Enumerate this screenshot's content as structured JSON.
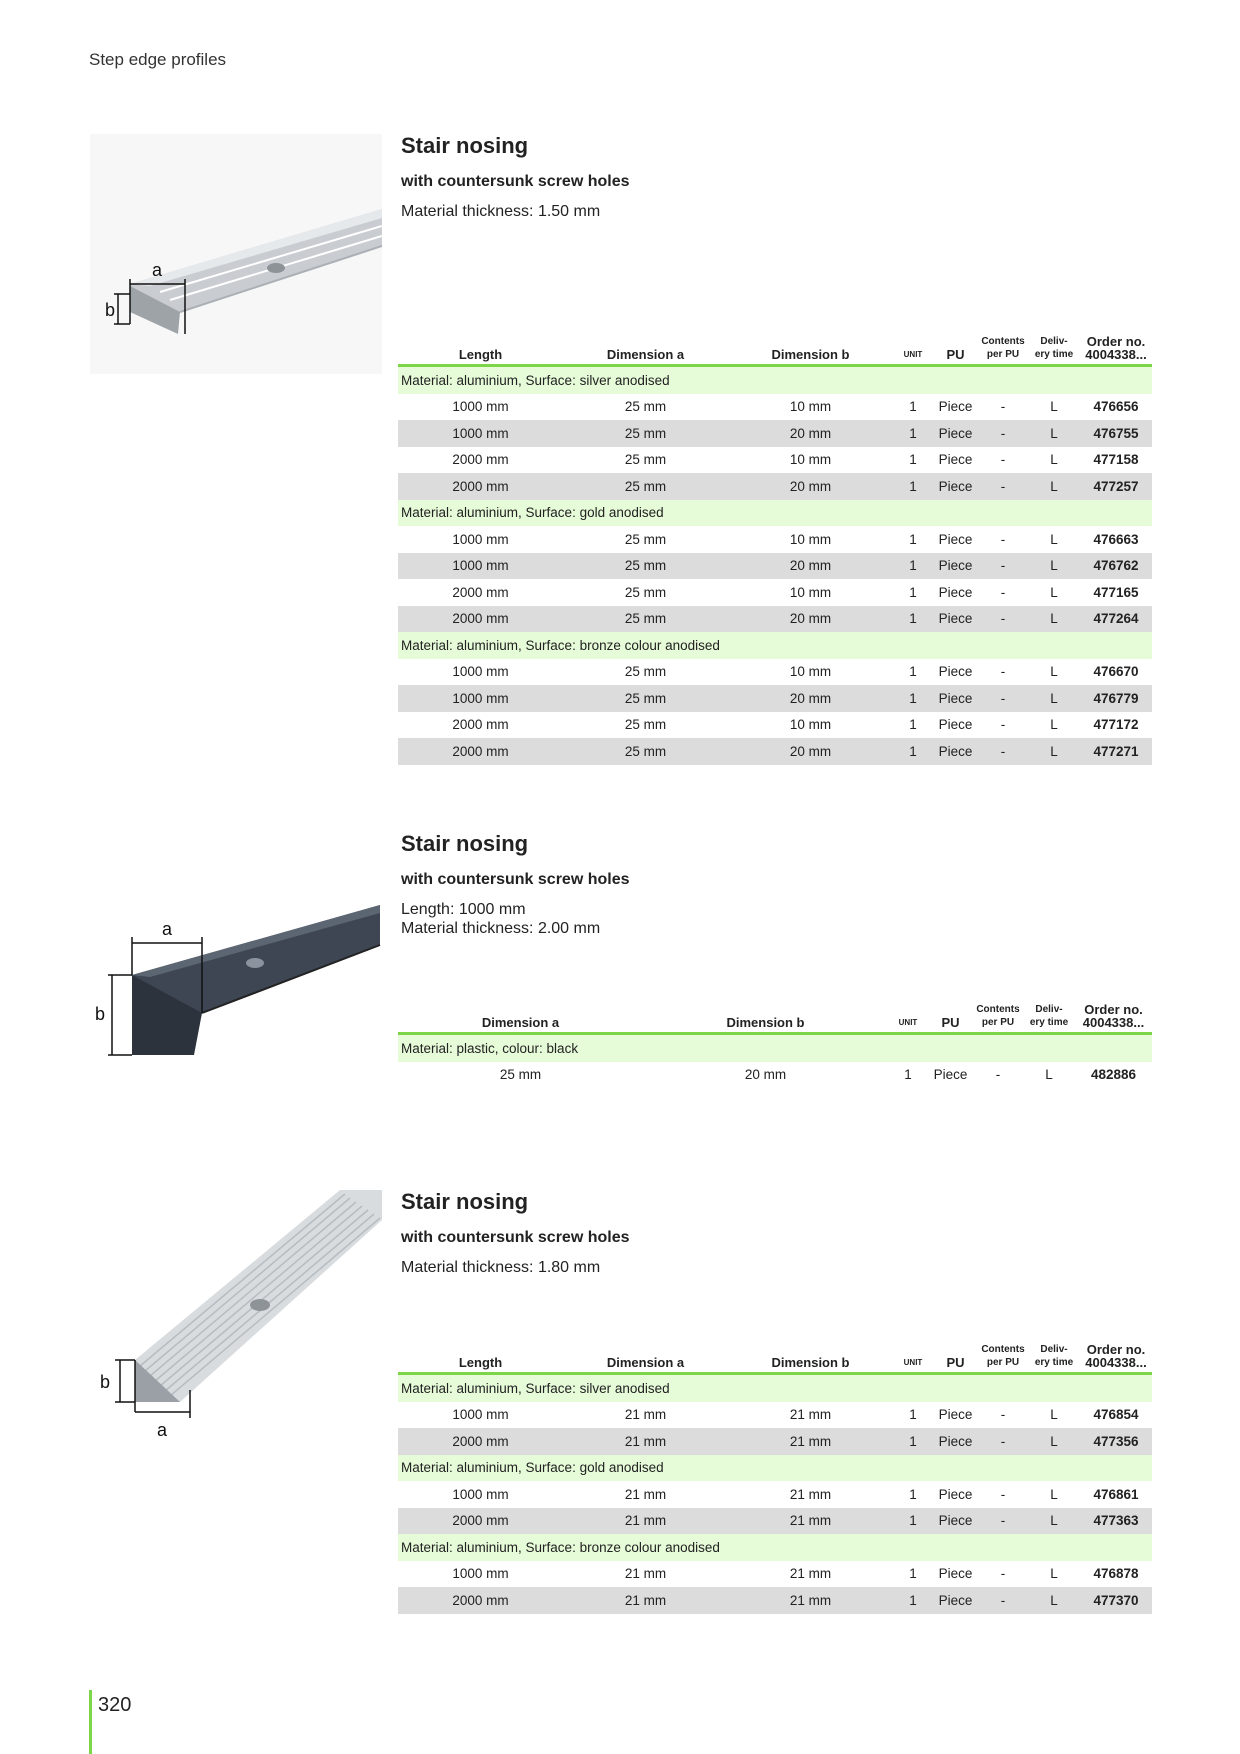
{
  "running_head": "Step edge profiles",
  "page_number": "320",
  "sections": [
    {
      "title": "Stair nosing",
      "subtitle": "with countersunk screw holes",
      "spec_lines": [
        "Material thickness: 1.50 mm"
      ],
      "headers": {
        "length": "Length",
        "dim_a": "Dimension a",
        "dim_b": "Dimension b",
        "unit": "UNIT",
        "pu": "PU",
        "contents_1": "Contents",
        "contents_2": "per PU",
        "deliv_1": "Deliv-",
        "deliv_2": "ery time",
        "order_1": "Order no.",
        "order_2": "4004338..."
      },
      "groups": [
        {
          "label": "Material: aluminium, Surface: silver anodised",
          "rows": [
            [
              "1000 mm",
              "25 mm",
              "10 mm",
              "1",
              "Piece",
              "-",
              "L",
              "476656"
            ],
            [
              "1000 mm",
              "25 mm",
              "20 mm",
              "1",
              "Piece",
              "-",
              "L",
              "476755"
            ],
            [
              "2000 mm",
              "25 mm",
              "10 mm",
              "1",
              "Piece",
              "-",
              "L",
              "477158"
            ],
            [
              "2000 mm",
              "25 mm",
              "20 mm",
              "1",
              "Piece",
              "-",
              "L",
              "477257"
            ]
          ]
        },
        {
          "label": "Material: aluminium, Surface: gold anodised",
          "rows": [
            [
              "1000 mm",
              "25 mm",
              "10 mm",
              "1",
              "Piece",
              "-",
              "L",
              "476663"
            ],
            [
              "1000 mm",
              "25 mm",
              "20 mm",
              "1",
              "Piece",
              "-",
              "L",
              "476762"
            ],
            [
              "2000 mm",
              "25 mm",
              "10 mm",
              "1",
              "Piece",
              "-",
              "L",
              "477165"
            ],
            [
              "2000 mm",
              "25 mm",
              "20 mm",
              "1",
              "Piece",
              "-",
              "L",
              "477264"
            ]
          ]
        },
        {
          "label": "Material: aluminium, Surface: bronze colour anodised",
          "rows": [
            [
              "1000 mm",
              "25 mm",
              "10 mm",
              "1",
              "Piece",
              "-",
              "L",
              "476670"
            ],
            [
              "1000 mm",
              "25 mm",
              "20 mm",
              "1",
              "Piece",
              "-",
              "L",
              "476779"
            ],
            [
              "2000 mm",
              "25 mm",
              "10 mm",
              "1",
              "Piece",
              "-",
              "L",
              "477172"
            ],
            [
              "2000 mm",
              "25 mm",
              "20 mm",
              "1",
              "Piece",
              "-",
              "L",
              "477271"
            ]
          ]
        }
      ],
      "illustration_labels": {
        "a": "a",
        "b": "b"
      }
    },
    {
      "title": "Stair nosing",
      "subtitle": "with countersunk screw holes",
      "spec_lines": [
        "Length: 1000 mm",
        "Material thickness: 2.00 mm"
      ],
      "headers": {
        "dim_a": "Dimension a",
        "dim_b": "Dimension b",
        "unit": "UNIT",
        "pu": "PU",
        "contents_1": "Contents",
        "contents_2": "per PU",
        "deliv_1": "Deliv-",
        "deliv_2": "ery time",
        "order_1": "Order no.",
        "order_2": "4004338..."
      },
      "groups": [
        {
          "label": "Material: plastic, colour: black",
          "rows": [
            [
              "25 mm",
              "20 mm",
              "1",
              "Piece",
              "-",
              "L",
              "482886"
            ]
          ]
        }
      ],
      "illustration_labels": {
        "a": "a",
        "b": "b"
      }
    },
    {
      "title": "Stair nosing",
      "subtitle": "with countersunk screw holes",
      "spec_lines": [
        "Material thickness: 1.80 mm"
      ],
      "headers": {
        "length": "Length",
        "dim_a": "Dimension a",
        "dim_b": "Dimension b",
        "unit": "UNIT",
        "pu": "PU",
        "contents_1": "Contents",
        "contents_2": "per PU",
        "deliv_1": "Deliv-",
        "deliv_2": "ery time",
        "order_1": "Order no.",
        "order_2": "4004338..."
      },
      "groups": [
        {
          "label": "Material: aluminium, Surface: silver anodised",
          "rows": [
            [
              "1000 mm",
              "21 mm",
              "21 mm",
              "1",
              "Piece",
              "-",
              "L",
              "476854"
            ],
            [
              "2000 mm",
              "21 mm",
              "21 mm",
              "1",
              "Piece",
              "-",
              "L",
              "477356"
            ]
          ]
        },
        {
          "label": "Material: aluminium, Surface: gold anodised",
          "rows": [
            [
              "1000 mm",
              "21 mm",
              "21 mm",
              "1",
              "Piece",
              "-",
              "L",
              "476861"
            ],
            [
              "2000 mm",
              "21 mm",
              "21 mm",
              "1",
              "Piece",
              "-",
              "L",
              "477363"
            ]
          ]
        },
        {
          "label": "Material: aluminium, Surface: bronze colour anodised",
          "rows": [
            [
              "1000 mm",
              "21 mm",
              "21 mm",
              "1",
              "Piece",
              "-",
              "L",
              "476878"
            ],
            [
              "2000 mm",
              "21 mm",
              "21 mm",
              "1",
              "Piece",
              "-",
              "L",
              "477370"
            ]
          ]
        }
      ],
      "illustration_labels": {
        "a": "a",
        "b": "b"
      }
    }
  ]
}
